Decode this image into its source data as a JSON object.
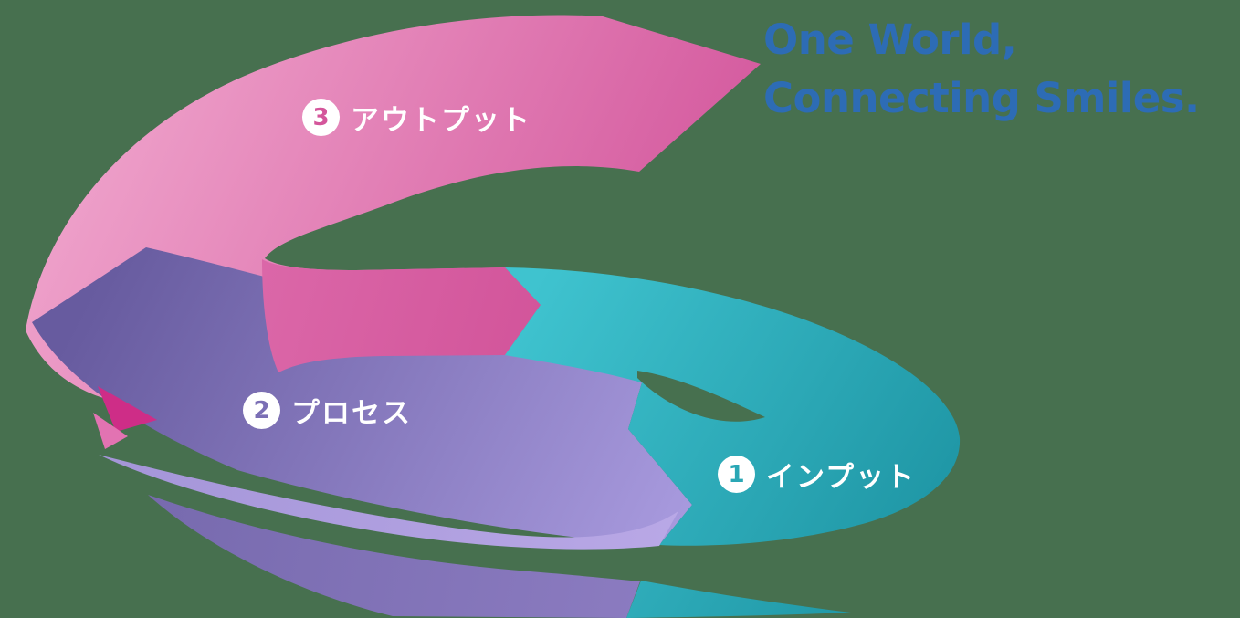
{
  "background_color": "#47704f",
  "headline": {
    "line1": "One World,",
    "line2": "Connecting Smiles.",
    "color": "#2d6cb5"
  },
  "diagram": {
    "steps": [
      {
        "number": "1",
        "label": "インプット",
        "band_color": "#2aa7b5"
      },
      {
        "number": "2",
        "label": "プロセス",
        "band_color": "#7b6fb5"
      },
      {
        "number": "3",
        "label": "アウトプット",
        "band_color": "#d4569b"
      }
    ]
  }
}
